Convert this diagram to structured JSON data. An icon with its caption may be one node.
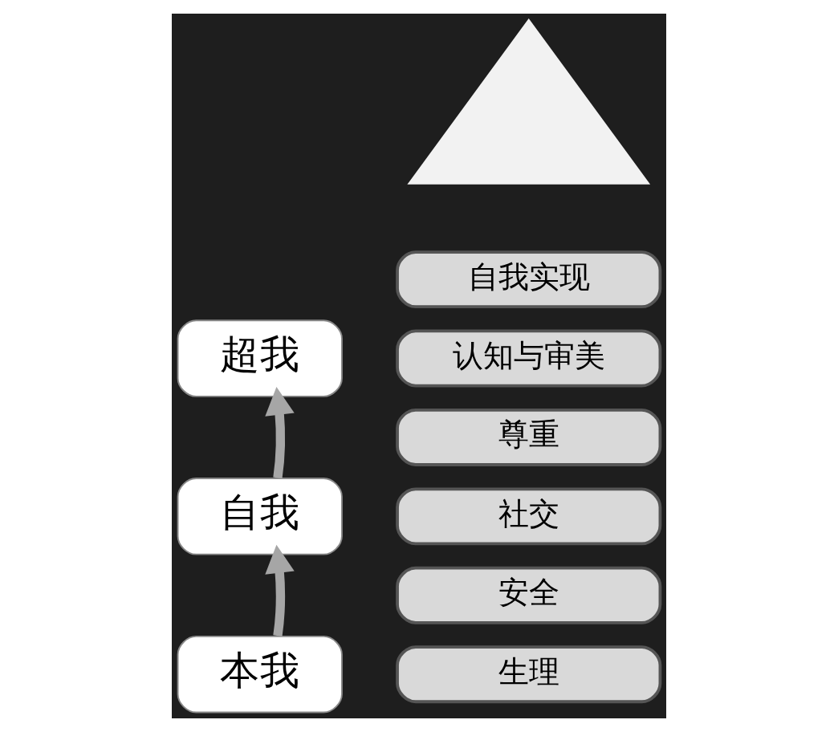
{
  "diagram": {
    "nodes": [
      {
        "text": [
          "超我"
        ]
      },
      {
        "text": [
          "自我实现"
        ]
      },
      {
        "text": [
          "认知与审美"
        ]
      },
      {
        "text": [
          "自我"
        ]
      },
      {
        "text": [
          "尊重"
        ]
      },
      {
        "text": [
          "社交"
        ]
      },
      {
        "text": [
          "本我"
        ]
      },
      {
        "text": [
          "安全"
        ]
      },
      {
        "text": [
          "生理"
        ]
      },
      {
        "text": [],
        "shape": "triangle"
      }
    ],
    "edges": [
      {
        "from": 6,
        "to": 3,
        "arrow": "to"
      },
      {
        "from": 3,
        "to": 0,
        "arrow": "to"
      }
    ]
  }
}
